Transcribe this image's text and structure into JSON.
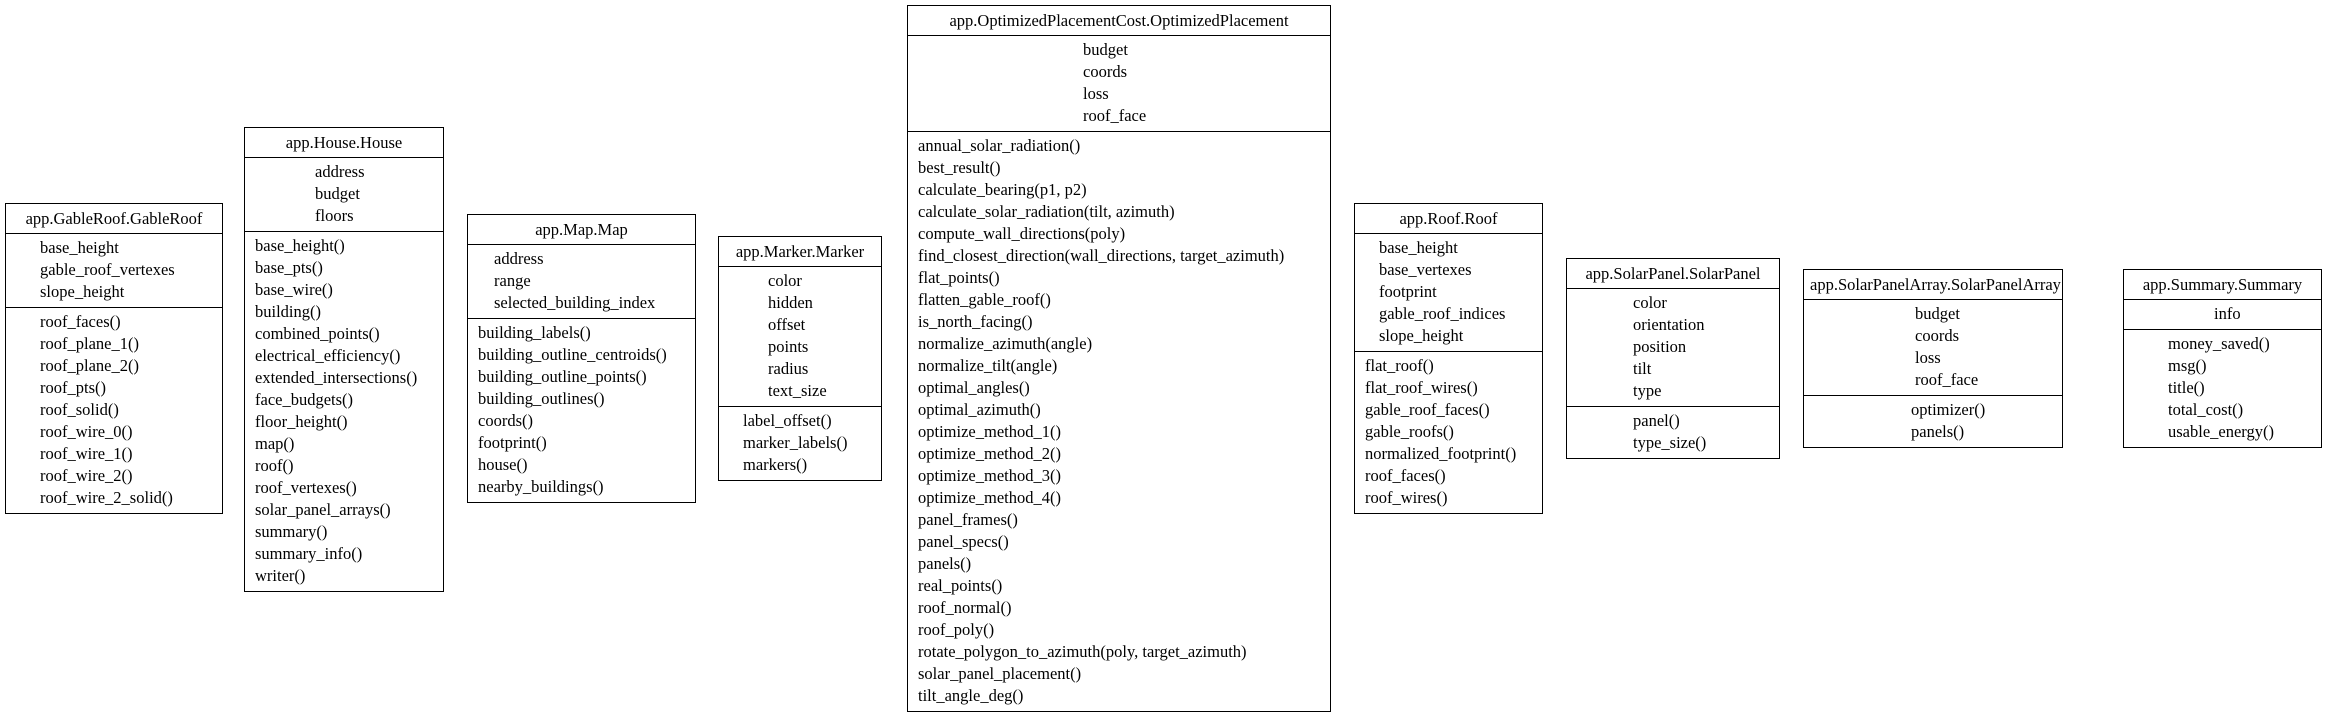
{
  "classes": {
    "gableroof": {
      "name": "app.GableRoof.GableRoof",
      "attributes": [
        "base_height",
        "gable_roof_vertexes",
        "slope_height"
      ],
      "methods": [
        "roof_faces()",
        "roof_plane_1()",
        "roof_plane_2()",
        "roof_pts()",
        "roof_solid()",
        "roof_wire_0()",
        "roof_wire_1()",
        "roof_wire_2()",
        "roof_wire_2_solid()"
      ]
    },
    "house": {
      "name": "app.House.House",
      "attributes": [
        "address",
        "budget",
        "floors"
      ],
      "methods": [
        "base_height()",
        "base_pts()",
        "base_wire()",
        "building()",
        "combined_points()",
        "electrical_efficiency()",
        "extended_intersections()",
        "face_budgets()",
        "floor_height()",
        "map()",
        "roof()",
        "roof_vertexes()",
        "solar_panel_arrays()",
        "summary()",
        "summary_info()",
        "writer()"
      ]
    },
    "map": {
      "name": "app.Map.Map",
      "attributes": [
        "address",
        "range",
        "selected_building_index"
      ],
      "methods": [
        "building_labels()",
        "building_outline_centroids()",
        "building_outline_points()",
        "building_outlines()",
        "coords()",
        "footprint()",
        "house()",
        "nearby_buildings()"
      ]
    },
    "marker": {
      "name": "app.Marker.Marker",
      "attributes": [
        "color",
        "hidden",
        "offset",
        "points",
        "radius",
        "text_size"
      ],
      "methods": [
        "label_offset()",
        "marker_labels()",
        "markers()"
      ]
    },
    "optimized": {
      "name": "app.OptimizedPlacementCost.OptimizedPlacement",
      "attributes": [
        "budget",
        "coords",
        "loss",
        "roof_face"
      ],
      "methods": [
        "annual_solar_radiation()",
        "best_result()",
        "calculate_bearing(p1, p2)",
        "calculate_solar_radiation(tilt, azimuth)",
        "compute_wall_directions(poly)",
        "find_closest_direction(wall_directions, target_azimuth)",
        "flat_points()",
        "flatten_gable_roof()",
        "is_north_facing()",
        "normalize_azimuth(angle)",
        "normalize_tilt(angle)",
        "optimal_angles()",
        "optimal_azimuth()",
        "optimize_method_1()",
        "optimize_method_2()",
        "optimize_method_3()",
        "optimize_method_4()",
        "panel_frames()",
        "panel_specs()",
        "panels()",
        "real_points()",
        "roof_normal()",
        "roof_poly()",
        "rotate_polygon_to_azimuth(poly, target_azimuth)",
        "solar_panel_placement()",
        "tilt_angle_deg()"
      ]
    },
    "roof": {
      "name": "app.Roof.Roof",
      "attributes": [
        "base_height",
        "base_vertexes",
        "footprint",
        "gable_roof_indices",
        "slope_height"
      ],
      "methods": [
        "flat_roof()",
        "flat_roof_wires()",
        "gable_roof_faces()",
        "gable_roofs()",
        "normalized_footprint()",
        "roof_faces()",
        "roof_wires()"
      ]
    },
    "solarpanel": {
      "name": "app.SolarPanel.SolarPanel",
      "attributes": [
        "color",
        "orientation",
        "position",
        "tilt",
        "type"
      ],
      "methods": [
        "panel()",
        "type_size()"
      ]
    },
    "solarpanelarray": {
      "name": "app.SolarPanelArray.SolarPanelArray",
      "attributes": [
        "budget",
        "coords",
        "loss",
        "roof_face"
      ],
      "methods": [
        "optimizer()",
        "panels()"
      ]
    },
    "summary": {
      "name": "app.Summary.Summary",
      "attributes": [
        "info"
      ],
      "methods": [
        "money_saved()",
        "msg()",
        "title()",
        "total_cost()",
        "usable_energy()"
      ]
    }
  }
}
